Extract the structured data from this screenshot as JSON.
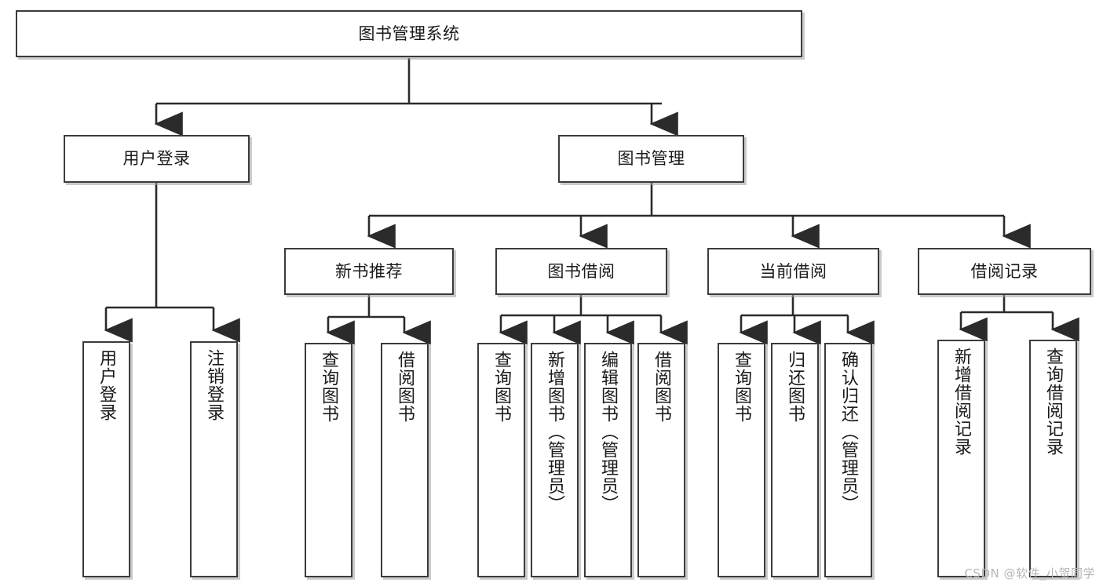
{
  "diagram": {
    "title": "图书管理系统",
    "type": "tree",
    "watermark": "CSDN @软件_小贺同学",
    "colors": {
      "box_border": "#3b3b3b",
      "box_fill": "#ffffff",
      "connector": "#2b2b2b",
      "shadow": "#a0a0a0",
      "watermark": "#b6b6b6"
    },
    "levels": {
      "root": {
        "label": "图书管理系统"
      },
      "level2": [
        {
          "id": "user-login",
          "label": "用户登录"
        },
        {
          "id": "book-manage",
          "label": "图书管理"
        }
      ],
      "level3": [
        {
          "id": "new-book-rec",
          "label": "新书推荐",
          "parent": "book-manage"
        },
        {
          "id": "book-borrow",
          "label": "图书借阅",
          "parent": "book-manage"
        },
        {
          "id": "current-borrow",
          "label": "当前借阅",
          "parent": "book-manage"
        },
        {
          "id": "borrow-record",
          "label": "借阅记录",
          "parent": "book-manage"
        }
      ],
      "leaves": [
        {
          "id": "leaf-user-login",
          "label": "用户登录",
          "parent": "user-login"
        },
        {
          "id": "leaf-logout",
          "label": "注销登录",
          "parent": "user-login"
        },
        {
          "id": "leaf-query-book-1",
          "label": "查询图书",
          "parent": "new-book-rec"
        },
        {
          "id": "leaf-borrow-book-1",
          "label": "借阅图书",
          "parent": "new-book-rec"
        },
        {
          "id": "leaf-query-book-2",
          "label": "查询图书",
          "parent": "book-borrow"
        },
        {
          "id": "leaf-add-book",
          "label": "新增图书（管理员）",
          "parent": "book-borrow"
        },
        {
          "id": "leaf-edit-book",
          "label": "编辑图书（管理员）",
          "parent": "book-borrow"
        },
        {
          "id": "leaf-borrow-book-2",
          "label": "借阅图书",
          "parent": "book-borrow"
        },
        {
          "id": "leaf-query-book-3",
          "label": "查询图书",
          "parent": "current-borrow"
        },
        {
          "id": "leaf-return-book",
          "label": "归还图书",
          "parent": "current-borrow"
        },
        {
          "id": "leaf-confirm-return",
          "label": "确认归还（管理员）",
          "parent": "current-borrow"
        },
        {
          "id": "leaf-add-record",
          "label": "新增借阅记录",
          "parent": "borrow-record"
        },
        {
          "id": "leaf-query-record",
          "label": "查询借阅记录",
          "parent": "borrow-record"
        }
      ]
    }
  }
}
